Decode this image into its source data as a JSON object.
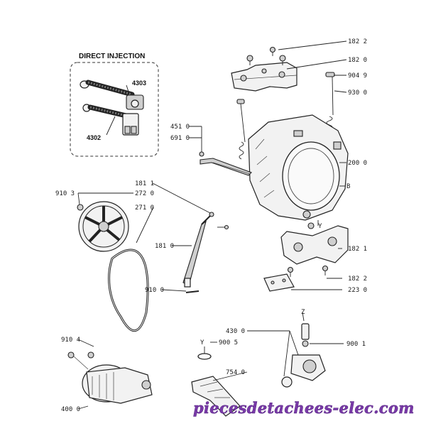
{
  "inset": {
    "title": "DIRECT INJECTION",
    "labels": [
      "4303",
      "4302"
    ]
  },
  "callouts": [
    "182 2",
    "182 0",
    "904 9",
    "930 0",
    "451 0",
    "691 0",
    "200 0",
    "B",
    "181 1",
    "272 0",
    "271 0",
    "910 3",
    "181 0",
    "Y",
    "182 1",
    "182 2",
    "223 0",
    "910 0",
    "Z",
    "430 0",
    "900 1",
    "910 4",
    "Y",
    "900 5",
    "754 0",
    "400 0"
  ],
  "watermark": "piecesdetachees-elec.com"
}
